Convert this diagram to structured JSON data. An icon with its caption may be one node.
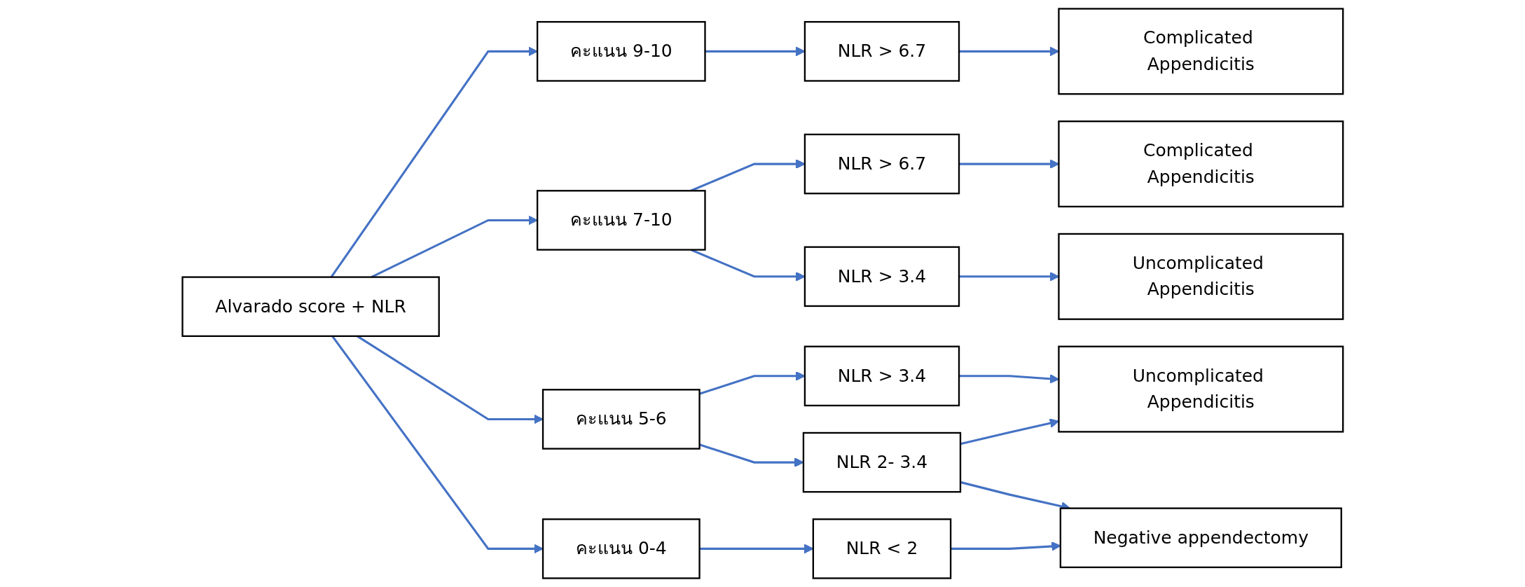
{
  "diagram": {
    "nodes": [
      {
        "text": [
          "Alvarado score + NLR"
        ]
      },
      {
        "text": [
          "คะแนน 9-10"
        ]
      },
      {
        "text": [
          "NLR > 6.7"
        ]
      },
      {
        "text": [
          "Complicated Appendicitis"
        ]
      },
      {
        "text": [
          "คะแนน 7-10"
        ]
      },
      {
        "text": [
          "NLR > 6.7"
        ]
      },
      {
        "text": [
          "Complicated Appendicitis"
        ]
      },
      {
        "text": [
          "NLR > 3.4"
        ]
      },
      {
        "text": [
          "Uncomplicated Appendicitis"
        ]
      },
      {
        "text": [
          "คะแนน 5-6"
        ]
      },
      {
        "text": [
          "NLR > 3.4"
        ]
      },
      {
        "text": [
          "NLR 2- 3.4"
        ]
      },
      {
        "text": [
          "Uncomplicated Appendicitis"
        ]
      },
      {
        "text": [
          "คะแนน 0-4"
        ]
      },
      {
        "text": [
          "NLR < 2"
        ]
      },
      {
        "text": [
          "Negative appendectomy"
        ]
      }
    ],
    "edges": [
      {
        "from": 0,
        "to": 1,
        "arrow": "to"
      },
      {
        "from": 0,
        "to": 4,
        "arrow": "to"
      },
      {
        "from": 0,
        "to": 9,
        "arrow": "to"
      },
      {
        "from": 0,
        "to": 13,
        "arrow": "to"
      },
      {
        "from": 1,
        "to": 2,
        "arrow": "to"
      },
      {
        "from": 2,
        "to": 3,
        "arrow": "to"
      },
      {
        "from": 4,
        "to": 5,
        "arrow": "to"
      },
      {
        "from": 4,
        "to": 7,
        "arrow": "to"
      },
      {
        "from": 5,
        "to": 6,
        "arrow": "to"
      },
      {
        "from": 7,
        "to": 8,
        "arrow": "to"
      },
      {
        "from": 9,
        "to": 10,
        "arrow": "to"
      },
      {
        "from": 9,
        "to": 11,
        "arrow": "to"
      },
      {
        "from": 10,
        "to": 12,
        "arrow": "to"
      },
      {
        "from": 11,
        "to": 12,
        "arrow": "to"
      },
      {
        "from": 11,
        "to": 15,
        "arrow": "to"
      },
      {
        "from": 13,
        "to": 14,
        "arrow": "to"
      },
      {
        "from": 14,
        "to": 15,
        "arrow": "to"
      }
    ]
  }
}
